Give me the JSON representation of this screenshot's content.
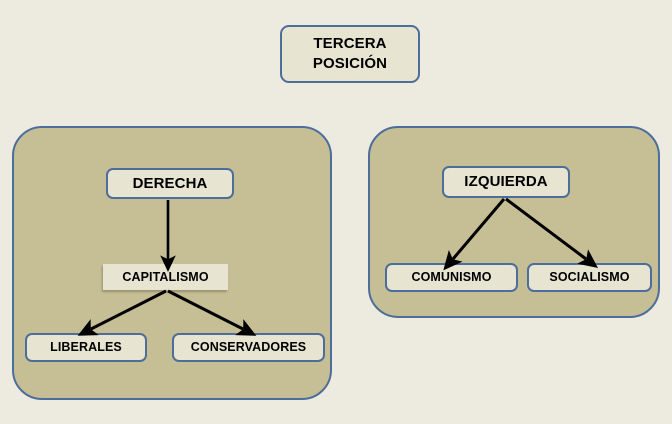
{
  "page": {
    "background_color": "#edebe0",
    "panel_fill_color": "#c6be95",
    "box_fill_color": "#e8e4d2",
    "border_color": "#4d6e9a",
    "arrow_color": "#000000"
  },
  "header": {
    "line1": "TERCERA",
    "line2": "POSICIÓN"
  },
  "right_wing_panel": {
    "root": "DERECHA",
    "ideology": "CAPITALISMO",
    "branches": [
      {
        "label": "LIBERALES"
      },
      {
        "label": "CONSERVADORES"
      }
    ]
  },
  "left_wing_panel": {
    "root": "IZQUIERDA",
    "branches": [
      {
        "label": "COMUNISMO"
      },
      {
        "label": "SOCIALISMO"
      }
    ]
  }
}
